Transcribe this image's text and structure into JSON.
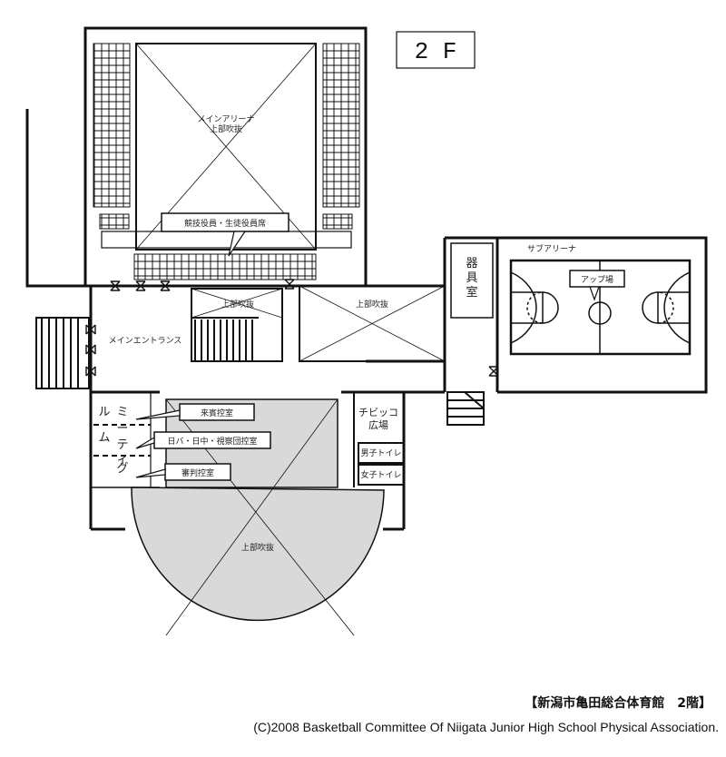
{
  "floor_label": "2 F",
  "rooms": {
    "main_arena_upper": "メインアリーナ\n上部吹抜",
    "official_seats": "競技役員・生徒役員席",
    "main_entrance": "メインエントランス",
    "upper_void_small": "上部吹抜",
    "upper_void_mid": "上部吹抜",
    "equipment_room": "器具室",
    "sub_arena": "サブアリーナ",
    "warmup_area": "アップ場",
    "kids_plaza": "チビッコ\n広場",
    "mens_toilet": "男子トイレ",
    "womens_toilet": "女子トイレ",
    "meeting_room": "ミーティングルーム",
    "guest_room": "来賓控室",
    "federation_room": "日バ・日中・視察団控室",
    "referee_room": "審判控室",
    "upper_void_round": "上部吹抜"
  },
  "caption": "【新潟市亀田総合体育館　2階】",
  "credit": "(C)2008 Basketball Committee Of Niigata Junior High School Physical Association.",
  "colors": {
    "line": "#111111",
    "void_fill": "#d9d9d9",
    "background": "#ffffff"
  }
}
